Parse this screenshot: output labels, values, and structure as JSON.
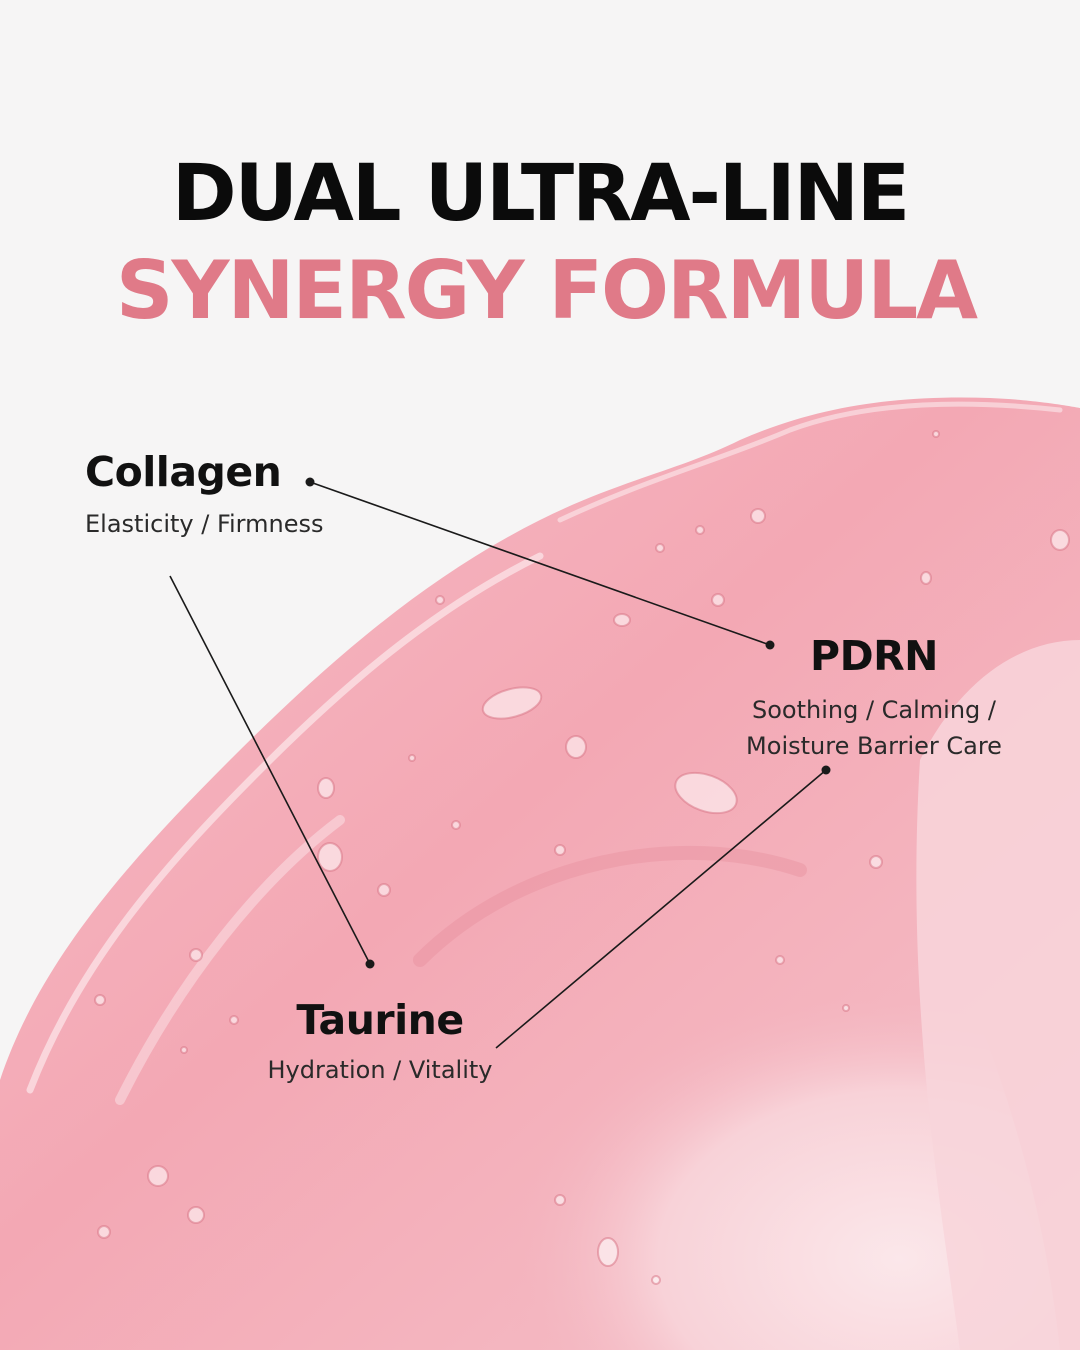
{
  "headline": {
    "line1": "DUAL ULTRA-LINE",
    "line2": "SYNERGY FORMULA"
  },
  "ingredients": [
    {
      "name": "Collagen",
      "benefit": "Elasticity / Firmness"
    },
    {
      "name": "PDRN",
      "benefit_line1": "Soothing / Calming /",
      "benefit_line2": "Moisture Barrier Care"
    },
    {
      "name": "Taurine",
      "benefit": "Hydration / Vitality"
    }
  ],
  "colors": {
    "background": "#f6f5f5",
    "headline_dark": "#0b0b0b",
    "headline_accent": "#e07a88",
    "gel_pink": "#f2a9b5"
  }
}
